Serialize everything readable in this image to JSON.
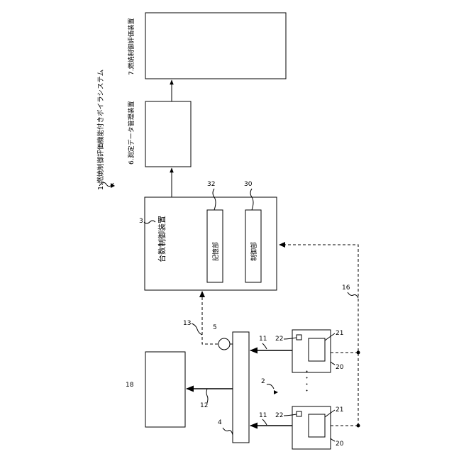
{
  "system_title": "1.燃焼制御評価機能付きボイラシステム",
  "nodes": {
    "combustion_eval": "7.燃焼制御評価装置",
    "measurement_data": "6.測定データ管理装置",
    "unit_count_controller": "台数制御装置",
    "storage_unit": "記憶部",
    "control_unit": "制御部"
  },
  "refs": {
    "r1": "1",
    "r2": "2",
    "r3": "3",
    "r4": "4",
    "r5": "5",
    "r11a": "11",
    "r11b": "11",
    "r12": "12",
    "r13": "13",
    "r16": "16",
    "r18": "18",
    "r20a": "20",
    "r20b": "20",
    "r21a": "21",
    "r21b": "21",
    "r22a": "22",
    "r22b": "22",
    "r30": "30",
    "r32": "32"
  },
  "ellipsis": "・・・・"
}
